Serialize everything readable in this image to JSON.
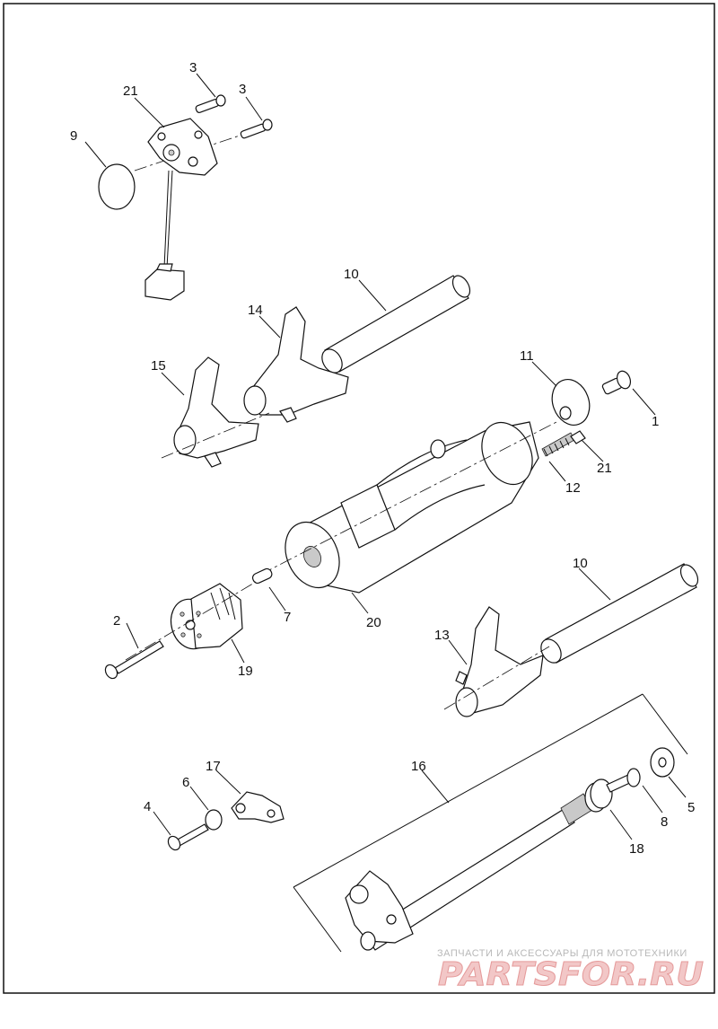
{
  "callouts": {
    "c1": "1",
    "c2": "2",
    "c3a": "3",
    "c3b": "3",
    "c4": "4",
    "c5": "5",
    "c6": "6",
    "c7": "7",
    "c8": "8",
    "c9": "9",
    "c10a": "10",
    "c10b": "10",
    "c11": "11",
    "c12": "12",
    "c13": "13",
    "c14": "14",
    "c15": "15",
    "c16": "16",
    "c17": "17",
    "c18": "18",
    "c19": "19",
    "c20": "20",
    "c21a": "21",
    "c21b": "21"
  },
  "watermark": {
    "tagline": "ЗАПЧАСТИ И АКСЕССУАРЫ ДЛЯ МОТОТЕХНИКИ",
    "logo": "PARTSFOR.RU"
  }
}
